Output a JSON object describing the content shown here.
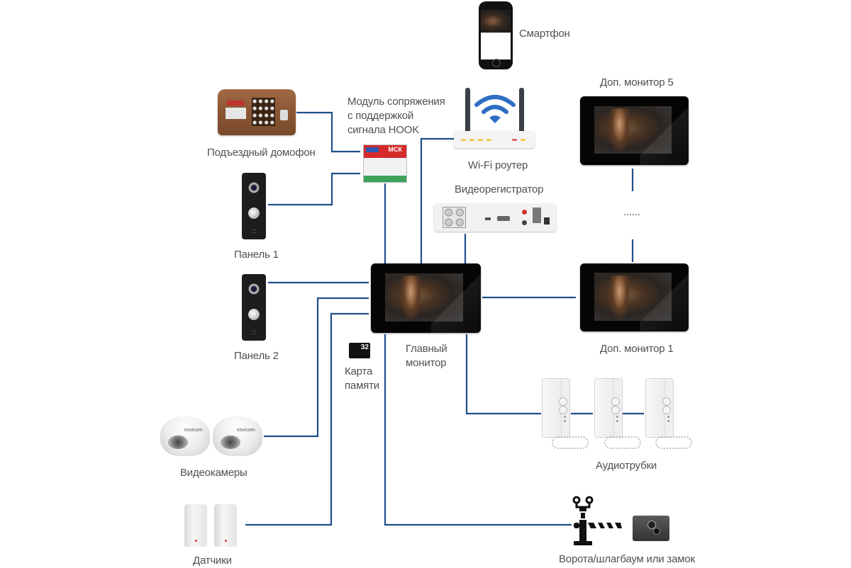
{
  "diagram": {
    "type": "wiring-diagram",
    "wire_color": "#1f4e8c",
    "nodes": {
      "smartphone": {
        "label": "Смартфон"
      },
      "wifi_router": {
        "label": "Wi-Fi роутер"
      },
      "entrance_intercom": {
        "label": "Подъездный домофон"
      },
      "interface_module": {
        "label_lines": [
          "Модуль сопряжения",
          "с поддержкой",
          "сигнала HOOK"
        ],
        "device_text": "МСК"
      },
      "dvr": {
        "label": "Видеорегистратор"
      },
      "panel_1": {
        "label": "Панель 1"
      },
      "panel_2": {
        "label": "Панель 2"
      },
      "main_monitor": {
        "label_lines": [
          "Главный",
          "монитор"
        ]
      },
      "memory_card": {
        "label_lines": [
          "Карта",
          "памяти"
        ],
        "capacity": "32"
      },
      "extra_monitor_5": {
        "label": "Доп. монитор 5"
      },
      "extra_monitor_1": {
        "label": "Доп. монитор 1"
      },
      "ellipsis": {
        "label": "......"
      },
      "video_cameras": {
        "label": "Видеокамеры",
        "brand": "novicom"
      },
      "sensors": {
        "label": "Датчики"
      },
      "audio_handsets": {
        "label": "Аудиотрубки"
      },
      "gate_lock": {
        "label": "Ворота/шлагбаум или замок"
      }
    },
    "edges": [
      {
        "from": "entrance_intercom",
        "to": "interface_module"
      },
      {
        "from": "panel_1",
        "to": "interface_module"
      },
      {
        "from": "interface_module",
        "to": "main_monitor"
      },
      {
        "from": "wifi_router",
        "to": "main_monitor"
      },
      {
        "from": "dvr",
        "to": "main_monitor"
      },
      {
        "from": "panel_2",
        "to": "main_monitor"
      },
      {
        "from": "video_cameras",
        "to": "main_monitor"
      },
      {
        "from": "sensors",
        "to": "main_monitor"
      },
      {
        "from": "main_monitor",
        "to": "extra_monitor_1"
      },
      {
        "from": "extra_monitor_1",
        "to": "extra_monitor_5",
        "style": "chain-ellipsis"
      },
      {
        "from": "main_monitor",
        "to": "audio_handsets"
      },
      {
        "from": "main_monitor",
        "to": "gate_lock"
      }
    ]
  }
}
